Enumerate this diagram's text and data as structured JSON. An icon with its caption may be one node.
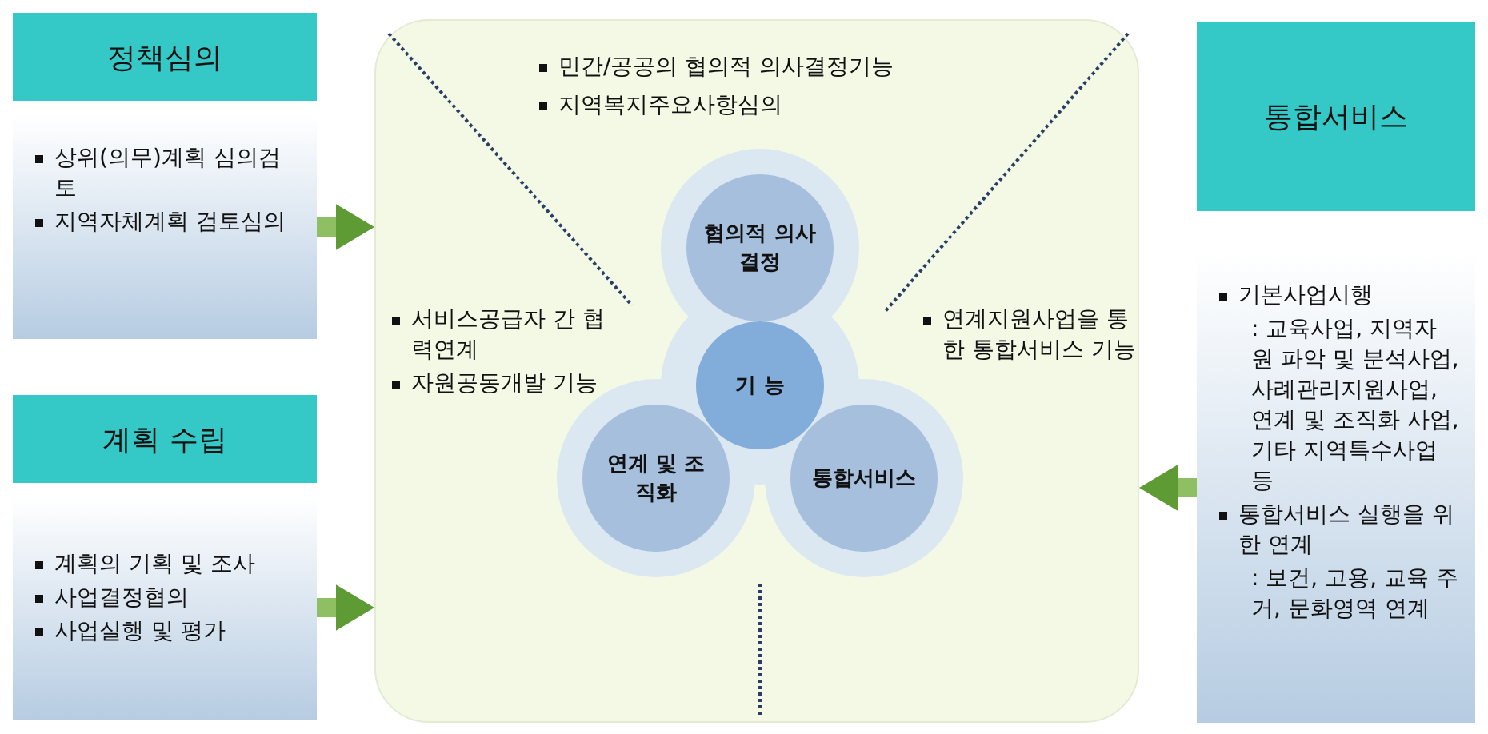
{
  "diagram": {
    "nodes": [
      {
        "text": [
          "정책심의"
        ]
      },
      {
        "text": [
          "상위(의무)계획 심의검토",
          "지역자체계획 검토심의"
        ]
      },
      {
        "text": [
          "계획 수립"
        ]
      },
      {
        "text": [
          "계획의 기획 및 조사",
          "사업결정협의",
          "사업실행 및 평가"
        ]
      },
      {
        "text": [
          "통합서비스"
        ]
      },
      {
        "text": [
          "기본사업시행",
          ": 교육사업, 지역자원 파악 및 분석사업, 사례관리지원사업, 연계 및 조직화 사업, 기타 지역특수사업 등",
          "통합서비스 실행을 위한 연계",
          ": 보건, 고용, 교육 주거, 문화영역 연계"
        ]
      },
      {
        "text": [
          "민간/공공의 협의적 의사결정기능",
          "지역복지주요사항심의",
          "서비스공급자 간 협력연계",
          "자원공동개발 기능",
          "연계지원사업을 통한 통합서비스 기능"
        ]
      },
      {
        "text": [
          "협의적 의사결정"
        ],
        "in": 6
      },
      {
        "text": [
          "기 능"
        ],
        "in": 6
      },
      {
        "text": [
          "연계 및 조직화"
        ],
        "in": 6
      },
      {
        "text": [
          "통합서비스"
        ],
        "in": 6
      }
    ],
    "edges": [
      {
        "from": 1,
        "to": 6,
        "arrow": "to"
      },
      {
        "from": 3,
        "to": 6,
        "arrow": "to"
      },
      {
        "from": 5,
        "to": 6,
        "arrow": "to"
      }
    ]
  }
}
